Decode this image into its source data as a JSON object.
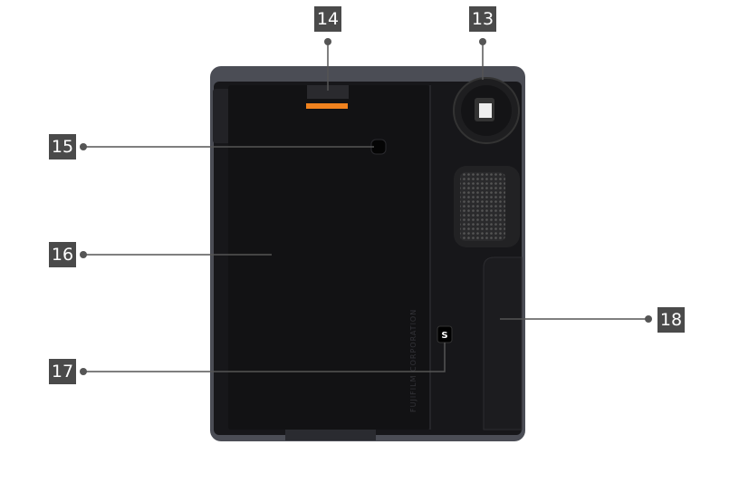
{
  "callouts": [
    {
      "number": "13"
    },
    {
      "number": "14"
    },
    {
      "number": "15"
    },
    {
      "number": "16"
    },
    {
      "number": "17"
    },
    {
      "number": "18"
    }
  ],
  "camera": {
    "engraving": "FUJIFILM CORPORATION",
    "shutter_icon_letter": "S"
  },
  "colors": {
    "label_bg": "#4a4a4a",
    "body": "#1a1a1c",
    "frame": "#4b4d55",
    "indicator": "#f0821e",
    "leader_line": "#555555"
  }
}
